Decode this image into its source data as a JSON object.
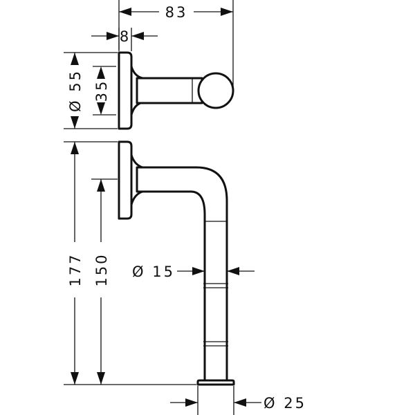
{
  "dimensions": {
    "overall_depth": "83",
    "rosette_thickness": "8",
    "rosette_diameter": "Ø 55",
    "rosette_inner": "35",
    "overall_height": "177",
    "mount_height": "150",
    "rod_diameter": "Ø 15",
    "foot_diameter": "Ø 25"
  }
}
